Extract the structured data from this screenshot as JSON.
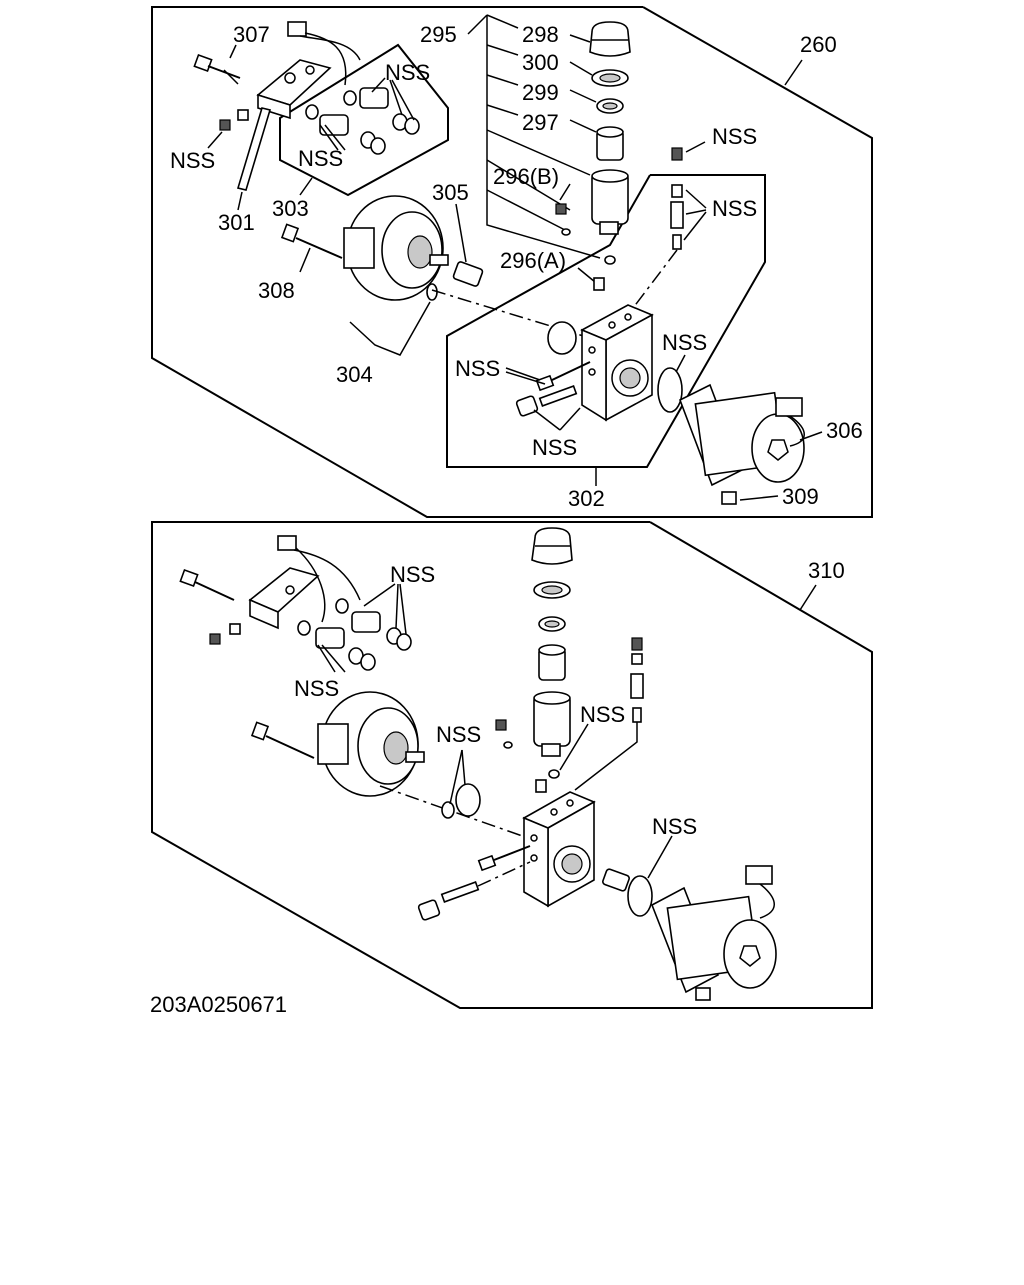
{
  "drawing_id": "203A0250671",
  "upper_assembly": {
    "label": "260",
    "callouts": {
      "c307": "307",
      "c301": "301",
      "c303": "303",
      "c308": "308",
      "c304": "304",
      "c305": "305",
      "c295": "295",
      "c298": "298",
      "c300": "300",
      "c299": "299",
      "c297": "297",
      "c296b": "296(B)",
      "c296a": "296(A)",
      "c302": "302",
      "c306": "306",
      "c309": "309"
    },
    "nss": "NSS"
  },
  "lower_assembly": {
    "label": "310",
    "nss": "NSS"
  }
}
